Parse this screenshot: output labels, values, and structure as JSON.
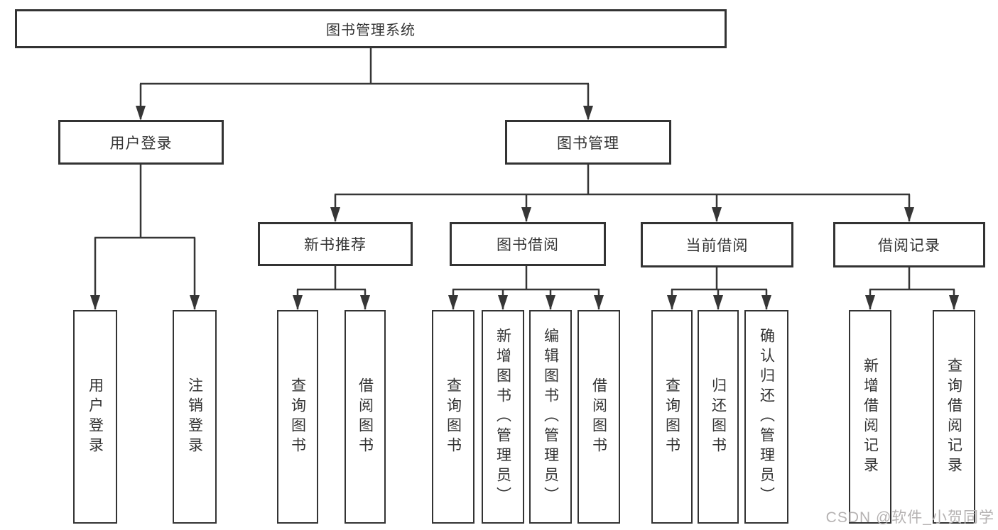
{
  "diagram": {
    "root": {
      "label": "图书管理系统",
      "children": [
        {
          "label": "用户登录",
          "children": [
            {
              "label": "用户登录"
            },
            {
              "label": "注销登录"
            }
          ]
        },
        {
          "label": "图书管理",
          "children": [
            {
              "label": "新书推荐",
              "children": [
                {
                  "label": "查询图书"
                },
                {
                  "label": "借阅图书"
                }
              ]
            },
            {
              "label": "图书借阅",
              "children": [
                {
                  "label": "查询图书"
                },
                {
                  "label": "新增图书（管理员）"
                },
                {
                  "label": "编辑图书（管理员）"
                },
                {
                  "label": "借阅图书"
                }
              ]
            },
            {
              "label": "当前借阅",
              "children": [
                {
                  "label": "查询图书"
                },
                {
                  "label": "归还图书"
                },
                {
                  "label": "确认归还（管理员）"
                }
              ]
            },
            {
              "label": "借阅记录",
              "children": [
                {
                  "label": "新增借阅记录"
                },
                {
                  "label": "查询借阅记录"
                }
              ]
            }
          ]
        }
      ]
    },
    "line_color": "#333333",
    "box_background": "#ffffff"
  },
  "watermark": {
    "text": "CSDN @软件_小贺同学"
  }
}
